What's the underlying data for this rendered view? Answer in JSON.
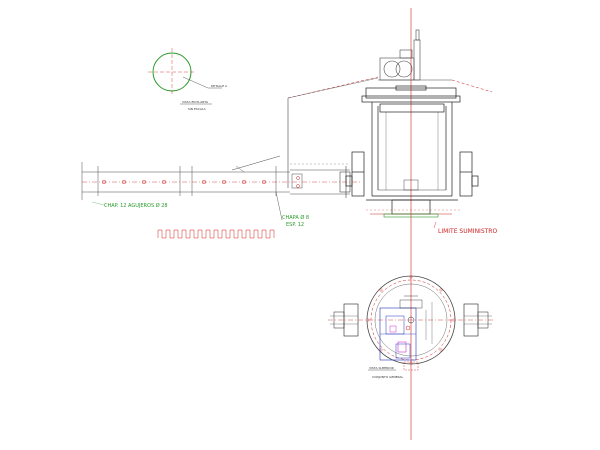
{
  "labels": {
    "detail_callout": "DETALLE A",
    "detail_title_1": "VISTA EN PLANTA",
    "detail_title_2": "SIN ESCALA",
    "plate_note": "CHAP. 12 AGUJEROS Ø 28",
    "bolt_note_1": "CHAPA Ø 8",
    "bolt_note_2": "ESP. 12",
    "limit_note": "LIMITE SUMINISTRO",
    "plan_title_1": "VISTA SUPERIOR",
    "plan_title_2": "CONJUNTO GENERAL"
  },
  "colors": {
    "line": "#4a4a4a",
    "dark": "#222222",
    "red": "#cc2222",
    "green": "#2a9a2a",
    "blue": "#2233bb",
    "magenta": "#cc33cc"
  }
}
